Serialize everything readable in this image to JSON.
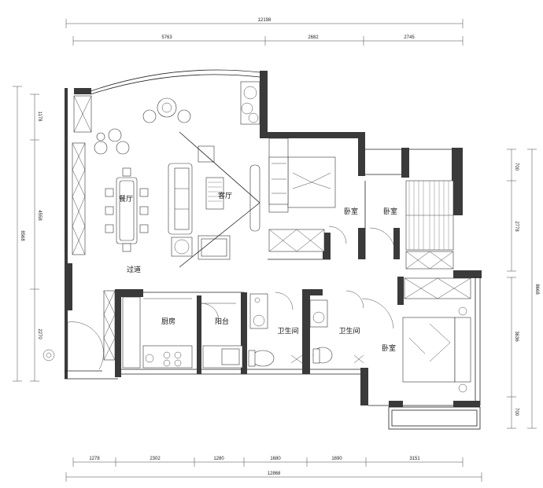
{
  "dimensions": {
    "top_total": "12198",
    "top_segments": [
      "5763",
      "2682",
      "2745"
    ],
    "bottom_total": "12868",
    "bottom_segments": [
      "1278",
      "2302",
      "1280",
      "1680",
      "1690",
      "3151"
    ],
    "left_total": "8568",
    "left_segments": [
      "1178",
      "4558",
      "2270"
    ],
    "right_total": "8668",
    "right_segments": [
      "700",
      "2778",
      "3636",
      "700"
    ]
  },
  "rooms": {
    "dining": "餐厅",
    "living": "客厅",
    "corridor": "过道",
    "bedroom_main": "卧室",
    "bedroom_right_top": "卧室",
    "bedroom_right_bottom": "卧室",
    "kitchen": "厨房",
    "balcony": "阳台",
    "bathroom_1": "卫生间",
    "bathroom_2": "卫生间"
  },
  "colors": {
    "wall": "#3a3a3a",
    "line": "#222222"
  }
}
